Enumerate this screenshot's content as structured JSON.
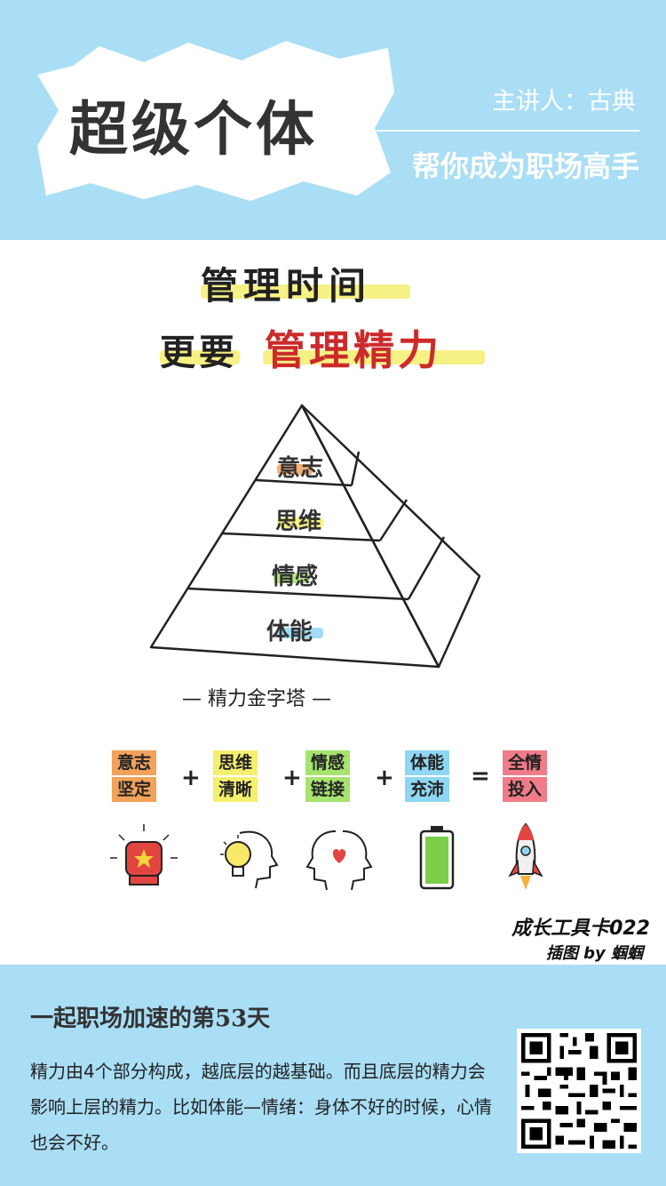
{
  "header": {
    "title": "超级个体",
    "speaker": "主讲人：古典",
    "slogan": "帮你成为职场高手"
  },
  "card": {
    "headline_line1": "管理时间",
    "headline_line2_prefix": "更要",
    "headline_line2_emphasis": "管理精力",
    "pyramid": {
      "layers": [
        "意志",
        "思维",
        "情感",
        "体能"
      ],
      "caption": "— 精力金字塔 —"
    },
    "equation": {
      "terms": [
        {
          "line1": "意志",
          "line2": "坚定",
          "color": "#f2a25a"
        },
        {
          "line1": "思维",
          "line2": "清晰",
          "color": "#f5ef70"
        },
        {
          "line1": "情感",
          "line2": "链接",
          "color": "#a6e36f"
        },
        {
          "line1": "体能",
          "line2": "充沛",
          "color": "#8fd6f2"
        }
      ],
      "plus": "+",
      "equals": "=",
      "result": {
        "line1": "全情",
        "line2": "投入",
        "color": "#f07c8a"
      }
    },
    "icons": [
      "fist-star-icon",
      "lightbulb-head-icon",
      "heart-heads-icon",
      "battery-icon",
      "rocket-icon"
    ],
    "credit_line1": "成长工具卡022",
    "credit_line2": "插图 by 蝈蝈"
  },
  "footer": {
    "day_title": "一起职场加速的第53天",
    "body": "精力由4个部分构成，越底层的越基础。而且底层的精力会影响上层的精力。比如体能—情绪：身体不好的时候，心情也会不好。"
  },
  "colors": {
    "header_bg": "#a9def5",
    "accent_red": "#cc2a2a",
    "highlight_yellow": "#f5ef70",
    "highlight_orange": "#f2a25a",
    "highlight_green": "#a6e36f",
    "highlight_blue": "#8fd6f2",
    "highlight_pink": "#f07c8a"
  }
}
